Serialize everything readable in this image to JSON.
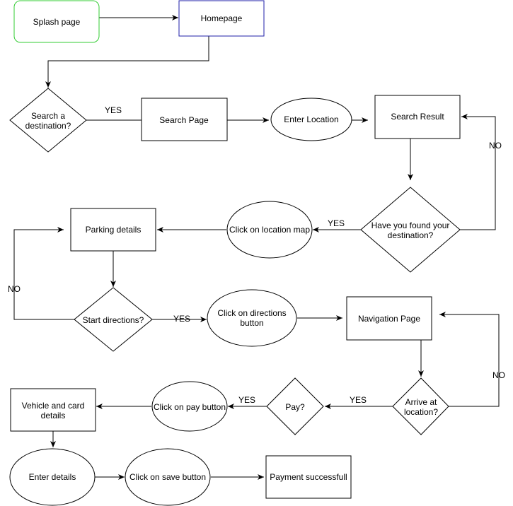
{
  "nodes": {
    "splash": "Splash page",
    "homepage": "Homepage",
    "search_destination": [
      "Search a",
      "destination?"
    ],
    "search_page": "Search Page",
    "enter_location": "Enter Location",
    "search_result": "Search Result",
    "found_destination": [
      "Have you found your",
      "destination?"
    ],
    "click_location_map": "Click on location map",
    "parking_details": "Parking details",
    "start_directions": "Start directions?",
    "click_directions_button": [
      "Click on directions",
      "button"
    ],
    "navigation_page": "Navigation Page",
    "arrive_location": [
      "Arrive at",
      "location?"
    ],
    "pay": "Pay?",
    "click_pay_button": "Click on pay button",
    "vehicle_card_details": [
      "Vehicle and card",
      "details"
    ],
    "enter_details": "Enter details",
    "click_save_button": "Click on save button",
    "payment_successful": "Payment successfull"
  },
  "edge_labels": {
    "search_yes": "YES",
    "found_yes": "YES",
    "found_no": "NO",
    "directions_yes": "YES",
    "directions_no": "NO",
    "arrive_yes": "YES",
    "arrive_no": "NO",
    "pay_yes": "YES"
  },
  "colors": {
    "splash_border": "#33cc33",
    "homepage_border": "#1f1fa8",
    "default_border": "#000000"
  }
}
